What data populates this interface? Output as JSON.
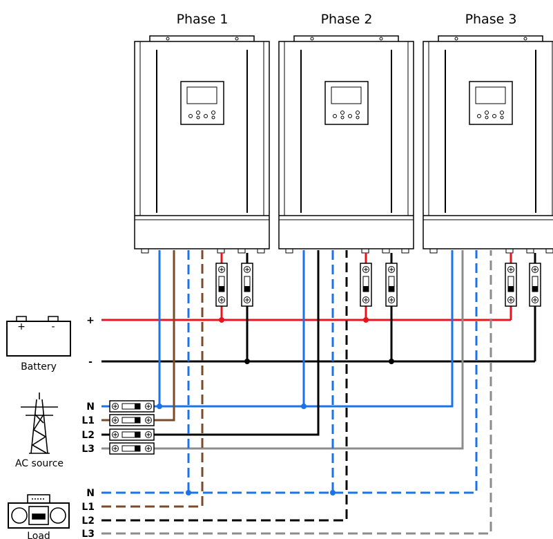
{
  "phases": [
    {
      "title": "Phase 1"
    },
    {
      "title": "Phase 2"
    },
    {
      "title": "Phase 3"
    }
  ],
  "battery": {
    "label": "Battery",
    "pos_terminal": "+",
    "neg_terminal": "-",
    "pos_rail_label": "+",
    "neg_rail_label": "-"
  },
  "ac_source": {
    "label": "AC source",
    "lines": [
      "N",
      "L1",
      "L2",
      "L3"
    ]
  },
  "load": {
    "label": "Load",
    "lines": [
      "N",
      "L1",
      "L2",
      "L3"
    ]
  },
  "colors": {
    "neutral": "#1a73e8",
    "l1": "#7b4a2a",
    "l2": "#000000",
    "l3": "#8c8c8c",
    "battery_positive": "#e8141b",
    "battery_negative": "#000000"
  }
}
